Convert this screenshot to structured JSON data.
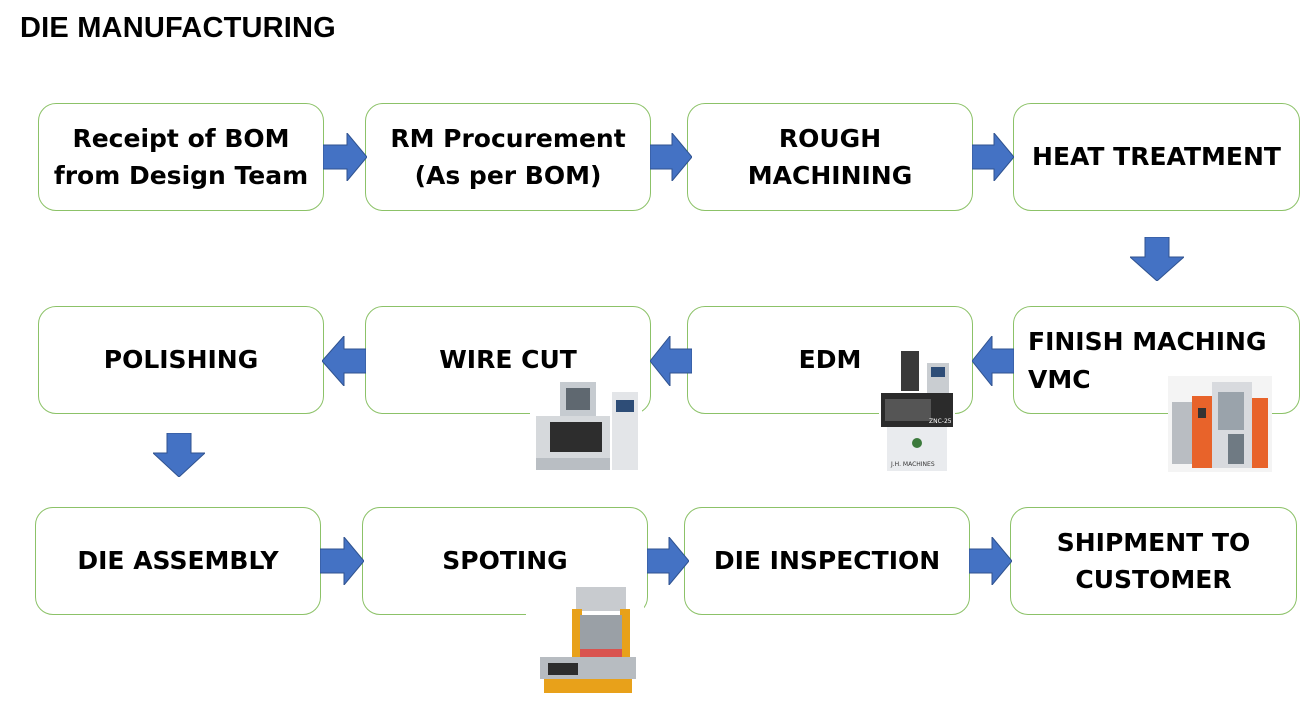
{
  "title": "DIE MANUFACTURING",
  "colors": {
    "box_border": "#8cc268",
    "arrow_fill": "#4472c4",
    "arrow_stroke": "#2f528f"
  },
  "steps": [
    {
      "id": "receipt-bom",
      "label": "Receipt of BOM\nfrom Design Team"
    },
    {
      "id": "rm-procurement",
      "label": "RM Procurement\n(As per BOM)"
    },
    {
      "id": "rough-machining",
      "label": "ROUGH\nMACHINING"
    },
    {
      "id": "heat-treatment",
      "label": "HEAT TREATMENT"
    },
    {
      "id": "finish-maching",
      "label": "FINISH MACHING\nVMC"
    },
    {
      "id": "edm",
      "label": "EDM"
    },
    {
      "id": "wire-cut",
      "label": "WIRE CUT"
    },
    {
      "id": "polishing",
      "label": "POLISHING"
    },
    {
      "id": "die-assembly",
      "label": "DIE ASSEMBLY"
    },
    {
      "id": "spoting",
      "label": "SPOTING"
    },
    {
      "id": "die-inspection",
      "label": "DIE INSPECTION"
    },
    {
      "id": "shipment",
      "label": "SHIPMENT TO\nCUSTOMER"
    }
  ],
  "machine_images": {
    "edm_label": "ZNC-25",
    "edm_brand": "J.H. MACHINES"
  }
}
